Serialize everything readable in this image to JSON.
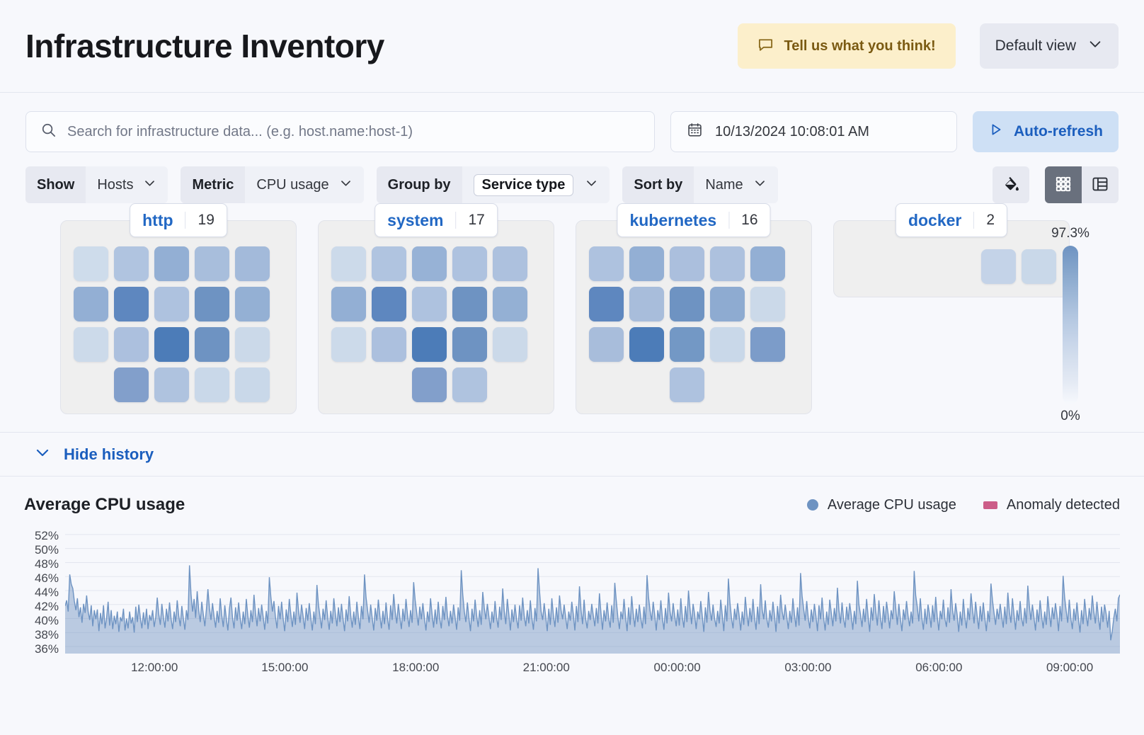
{
  "header": {
    "title": "Infrastructure Inventory",
    "feedback_label": "Tell us what you think!",
    "feedback_icon": "comment-icon",
    "view_label": "Default view",
    "view_chevron": "chevron-down-icon"
  },
  "search": {
    "placeholder": "Search for infrastructure data... (e.g. host.name:host-1)",
    "icon": "search-icon",
    "date_value": "10/13/2024 10:08:01 AM",
    "date_icon": "calendar-icon",
    "refresh_label": "Auto-refresh",
    "refresh_icon": "play-icon"
  },
  "filters": [
    {
      "label": "Show",
      "value": "Hosts",
      "boxed": false
    },
    {
      "label": "Metric",
      "value": "CPU usage",
      "boxed": false
    },
    {
      "label": "Group by",
      "value": "Service type",
      "boxed": true
    },
    {
      "label": "Sort by",
      "value": "Name",
      "boxed": false
    }
  ],
  "view_toolbar": {
    "palette_icon": "color-fill-icon",
    "grid_icon": "grid-view-icon",
    "table_icon": "table-view-icon",
    "active_view": "grid"
  },
  "waffle": {
    "groups": [
      {
        "name": "http",
        "count": "19",
        "rows": [
          [
            "#CEDCEB",
            "#B0C4E0",
            "#93AFD4",
            "#A8BEDC",
            "#A3BADA"
          ],
          [
            "#93AFD4",
            "#5E87BF",
            "#AEC2DF",
            "#6E93C2",
            "#94B0D4"
          ],
          [
            "#CCDAEA",
            "#ACC0DE",
            "#4C7CB8",
            "#6E93C2",
            "#CBD9E9"
          ],
          [
            "#829FCB",
            "#AFC3DF",
            "#C9D8E9",
            "#C9D8E9"
          ]
        ]
      },
      {
        "name": "system",
        "count": "17",
        "rows": [
          [
            "#CCDAEA",
            "#B0C4E0",
            "#97B2D6",
            "#AEC2DF",
            "#ADC1DE"
          ],
          [
            "#93AFD4",
            "#5E87BF",
            "#AEC2DF",
            "#6E93C2",
            "#94B0D4"
          ],
          [
            "#CCDAEA",
            "#ACC0DE",
            "#4C7CB8",
            "#6E93C2",
            "#CBD9E9"
          ],
          [
            "#829FCB",
            "#AFC3DF"
          ]
        ]
      },
      {
        "name": "kubernetes",
        "count": "16",
        "rows": [
          [
            "#AEC2DF",
            "#93AFD4",
            "#ABBFDD",
            "#ADC1DE",
            "#93AFD4"
          ],
          [
            "#5E87BF",
            "#A8BDDB",
            "#6E93C2",
            "#8EABD1",
            "#CBD9E9"
          ],
          [
            "#A8BDDB",
            "#4C7CB8",
            "#7398C5",
            "#C9D8E9",
            "#7C9CC9"
          ],
          [
            "#AEC2DF"
          ]
        ]
      },
      {
        "name": "docker",
        "count": "2",
        "rows": [
          [
            "#C4D3E8",
            "#C9D8E9"
          ]
        ]
      }
    ],
    "scale_max": "97.3%",
    "scale_min": "0%"
  },
  "history": {
    "toggle_label": "Hide history",
    "toggle_icon": "chevron-down-icon"
  },
  "chart_data": {
    "type": "area",
    "title": "Average CPU usage",
    "xlabel": "",
    "ylabel": "",
    "grid": true,
    "legend_position": "top-right",
    "legend": [
      {
        "name": "Average CPU usage",
        "color": "#6E93C2",
        "marker": "dot"
      },
      {
        "name": "Anomaly detected",
        "color": "#CC5D88",
        "marker": "square"
      }
    ],
    "ylim": [
      35,
      53
    ],
    "yticks": [
      "52%",
      "50%",
      "48%",
      "46%",
      "44%",
      "42%",
      "40%",
      "38%",
      "36%"
    ],
    "ytick_values": [
      52,
      50,
      48,
      46,
      44,
      42,
      40,
      38,
      36
    ],
    "xticks": [
      "12:00:00",
      "15:00:00",
      "18:00:00",
      "21:00:00",
      "00:00:00",
      "03:00:00",
      "06:00:00",
      "09:00:00"
    ],
    "xtick_positions": [
      0.0847,
      0.2083,
      0.3324,
      0.4562,
      0.5803,
      0.7043,
      0.8284,
      0.9524
    ],
    "series": [
      {
        "name": "Average CPU usage",
        "color": "#6E93C2",
        "values": [
          41.8,
          42.6,
          41.0,
          46.3,
          44.9,
          44.3,
          42.5,
          41.2,
          42.9,
          40.2,
          41.6,
          39.4,
          42.1,
          40.8,
          43.3,
          41.0,
          39.8,
          41.9,
          38.9,
          41.2,
          39.9,
          41.3,
          38.2,
          40.8,
          39.2,
          41.9,
          38.6,
          40.1,
          42.4,
          39.0,
          41.2,
          38.5,
          40.4,
          39.2,
          41.0,
          38.1,
          40.2,
          39.6,
          41.4,
          38.3,
          40.0,
          38.6,
          41.0,
          39.3,
          40.2,
          38.0,
          41.7,
          39.5,
          42.0,
          40.1,
          38.6,
          40.9,
          39.1,
          41.4,
          38.5,
          40.5,
          39.7,
          41.2,
          38.8,
          40.2,
          43.0,
          40.6,
          39.1,
          42.1,
          40.2,
          38.7,
          41.4,
          39.6,
          42.3,
          40.0,
          38.5,
          41.0,
          39.5,
          42.6,
          40.4,
          38.9,
          41.8,
          40.0,
          38.4,
          41.2,
          39.8,
          47.6,
          43.5,
          41.0,
          42.8,
          40.1,
          43.9,
          41.2,
          39.5,
          42.4,
          40.6,
          38.9,
          41.3,
          44.2,
          41.5,
          39.8,
          42.2,
          40.3,
          38.7,
          41.1,
          39.4,
          42.9,
          40.5,
          38.8,
          41.9,
          40.0,
          38.3,
          41.4,
          43.0,
          40.2,
          38.6,
          41.6,
          39.7,
          42.3,
          40.1,
          38.5,
          41.0,
          39.2,
          42.8,
          40.4,
          38.7,
          41.2,
          39.5,
          43.4,
          40.8,
          38.9,
          41.5,
          39.6,
          42.0,
          40.2,
          38.4,
          41.1,
          39.3,
          45.9,
          43.1,
          41.0,
          42.5,
          40.2,
          38.6,
          41.8,
          39.9,
          42.4,
          40.0,
          38.2,
          41.3,
          39.5,
          42.8,
          40.6,
          38.8,
          41.0,
          39.1,
          43.7,
          41.2,
          39.4,
          42.0,
          40.3,
          38.5,
          41.5,
          39.7,
          42.2,
          40.1,
          38.3,
          41.0,
          39.2,
          44.8,
          42.0,
          40.3,
          38.6,
          41.4,
          39.8,
          42.6,
          40.2,
          38.4,
          41.1,
          39.3,
          42.9,
          40.7,
          38.9,
          41.6,
          39.5,
          42.1,
          40.0,
          38.2,
          41.3,
          39.6,
          43.2,
          40.5,
          38.7,
          41.0,
          39.1,
          42.4,
          40.2,
          38.5,
          41.8,
          39.9,
          46.3,
          43.0,
          41.2,
          39.4,
          42.0,
          40.1,
          38.3,
          41.5,
          39.7,
          42.7,
          40.4,
          38.6,
          41.1,
          39.2,
          42.3,
          40.0,
          38.4,
          41.9,
          39.8,
          43.5,
          41.0,
          39.3,
          42.1,
          40.2,
          38.5,
          41.4,
          39.6,
          42.8,
          40.5,
          38.8,
          41.2,
          39.4,
          45.2,
          42.6,
          40.8,
          39.0,
          41.7,
          39.9,
          42.2,
          40.1,
          38.3,
          41.0,
          39.5,
          42.9,
          40.6,
          38.7,
          41.3,
          39.2,
          42.4,
          40.0,
          38.6,
          41.8,
          39.8,
          43.1,
          40.4,
          38.9,
          41.1,
          39.3,
          42.0,
          40.2,
          38.4,
          41.6,
          39.7,
          46.9,
          43.4,
          41.0,
          39.5,
          42.3,
          40.1,
          38.2,
          41.4,
          39.6,
          42.7,
          40.5,
          38.8,
          41.2,
          39.1,
          43.8,
          41.5,
          39.9,
          42.1,
          40.3,
          38.5,
          41.0,
          39.4,
          42.5,
          40.2,
          38.7,
          41.7,
          39.8,
          44.3,
          41.1,
          39.2,
          42.8,
          40.6,
          38.3,
          41.3,
          39.5,
          42.0,
          40.0,
          38.6,
          41.9,
          39.7,
          43.0,
          40.4,
          38.9,
          41.2,
          39.3,
          42.6,
          40.1,
          38.4,
          41.5,
          39.6,
          47.2,
          43.9,
          41.0,
          39.8,
          42.2,
          40.3,
          38.2,
          41.4,
          39.1,
          42.9,
          40.5,
          38.8,
          41.6,
          39.4,
          43.3,
          41.2,
          39.9,
          42.0,
          40.2,
          38.5,
          41.0,
          39.7,
          42.4,
          40.6,
          38.3,
          41.8,
          39.5,
          44.6,
          41.3,
          39.2,
          42.7,
          40.0,
          38.6,
          41.1,
          39.8,
          42.1,
          40.4,
          38.9,
          41.5,
          39.3,
          43.6,
          40.8,
          38.4,
          41.2,
          39.6,
          42.3,
          40.1,
          38.7,
          41.9,
          39.4,
          45.1,
          42.5,
          40.2,
          38.5,
          41.0,
          39.9,
          42.8,
          40.3,
          38.2,
          41.6,
          39.1,
          43.2,
          40.7,
          38.8,
          41.4,
          39.5,
          42.0,
          40.0,
          38.6,
          41.7,
          39.2,
          46.2,
          43.0,
          41.1,
          39.7,
          42.4,
          40.5,
          38.3,
          41.2,
          39.8,
          42.6,
          40.1,
          38.4,
          41.5,
          39.3,
          43.7,
          41.0,
          39.6,
          42.2,
          40.4,
          38.9,
          41.3,
          39.0,
          42.9,
          40.2,
          38.7,
          41.8,
          39.5,
          44.0,
          41.4,
          39.2,
          42.1,
          40.6,
          38.5,
          41.0,
          39.9,
          42.5,
          40.3,
          38.1,
          41.6,
          39.4,
          43.8,
          41.2,
          39.7,
          42.0,
          40.0,
          38.8,
          41.1,
          39.3,
          42.7,
          40.5,
          38.2,
          41.9,
          39.6,
          45.7,
          42.3,
          40.1,
          38.6,
          41.4,
          39.8,
          42.2,
          40.4,
          38.3,
          41.0,
          39.1,
          43.1,
          40.7,
          38.9,
          41.5,
          39.5,
          42.8,
          40.2,
          38.4,
          41.7,
          39.2,
          44.9,
          41.3,
          39.9,
          42.6,
          40.0,
          38.7,
          41.2,
          39.6,
          42.4,
          40.5,
          38.1,
          41.8,
          39.3,
          43.4,
          41.0,
          39.8,
          42.0,
          40.3,
          38.5,
          41.1,
          39.4,
          42.9,
          40.6,
          38.8,
          41.6,
          39.0,
          46.5,
          43.2,
          41.4,
          39.7,
          42.5,
          40.1,
          38.6,
          41.3,
          39.5,
          42.1,
          40.4,
          38.2,
          41.9,
          39.9,
          43.0,
          40.2,
          38.3,
          41.0,
          39.1,
          42.7,
          40.8,
          38.9,
          41.5,
          39.6,
          44.4,
          41.2,
          39.3,
          42.3,
          40.0,
          38.7,
          41.7,
          39.8,
          42.2,
          40.5,
          38.4,
          41.1,
          39.2,
          45.4,
          42.0,
          40.6,
          38.8,
          41.4,
          39.5,
          42.8,
          40.3,
          38.1,
          41.6,
          39.7,
          43.5,
          41.0,
          39.0,
          42.6,
          40.2,
          38.5,
          41.8,
          39.4,
          42.4,
          40.7,
          38.6,
          41.2,
          39.9,
          43.9,
          41.5,
          39.1,
          42.1,
          40.0,
          38.2,
          41.3,
          39.8,
          42.5,
          40.4,
          38.9,
          41.0,
          39.3,
          46.8,
          43.3,
          41.7,
          39.6,
          42.9,
          40.1,
          38.4,
          41.4,
          39.2,
          42.0,
          40.6,
          38.7,
          41.9,
          39.5,
          43.1,
          40.3,
          38.3,
          41.1,
          39.9,
          42.7,
          40.0,
          38.8,
          41.6,
          39.4,
          44.2,
          41.2,
          39.7,
          42.2,
          40.5,
          38.1,
          41.0,
          39.0,
          42.8,
          40.2,
          38.6,
          41.5,
          39.8,
          43.6,
          41.3,
          39.3,
          42.4,
          40.4,
          38.5,
          41.8,
          39.6,
          42.3,
          40.1,
          38.2,
          41.1,
          39.5,
          45.0,
          42.6,
          40.8,
          39.1,
          41.4,
          39.9,
          42.1,
          40.3,
          38.7,
          41.7,
          39.2,
          43.7,
          41.0,
          39.4,
          42.9,
          40.6,
          38.4,
          41.2,
          39.7,
          42.5,
          40.0,
          38.9,
          41.5,
          39.3,
          44.7,
          41.9,
          39.8,
          42.0,
          40.2,
          38.3,
          41.3,
          39.5,
          42.6,
          40.4,
          38.6,
          41.0,
          39.1,
          43.2,
          40.9,
          38.8,
          41.6,
          39.9,
          42.2,
          40.5,
          38.2,
          41.8,
          39.6,
          46.1,
          43.0,
          41.1,
          39.4,
          42.7,
          40.1,
          38.5,
          41.4,
          39.7,
          42.3,
          40.0,
          38.0,
          41.2,
          39.2,
          42.8,
          40.6,
          38.9,
          41.5,
          39.8,
          43.3,
          41.0,
          39.3,
          42.4,
          40.2,
          38.4,
          41.7,
          39.5,
          42.0,
          40.7,
          38.7,
          41.1,
          36.9,
          38.2,
          40.1,
          41.4,
          39.6,
          42.9,
          43.4
        ]
      }
    ]
  }
}
